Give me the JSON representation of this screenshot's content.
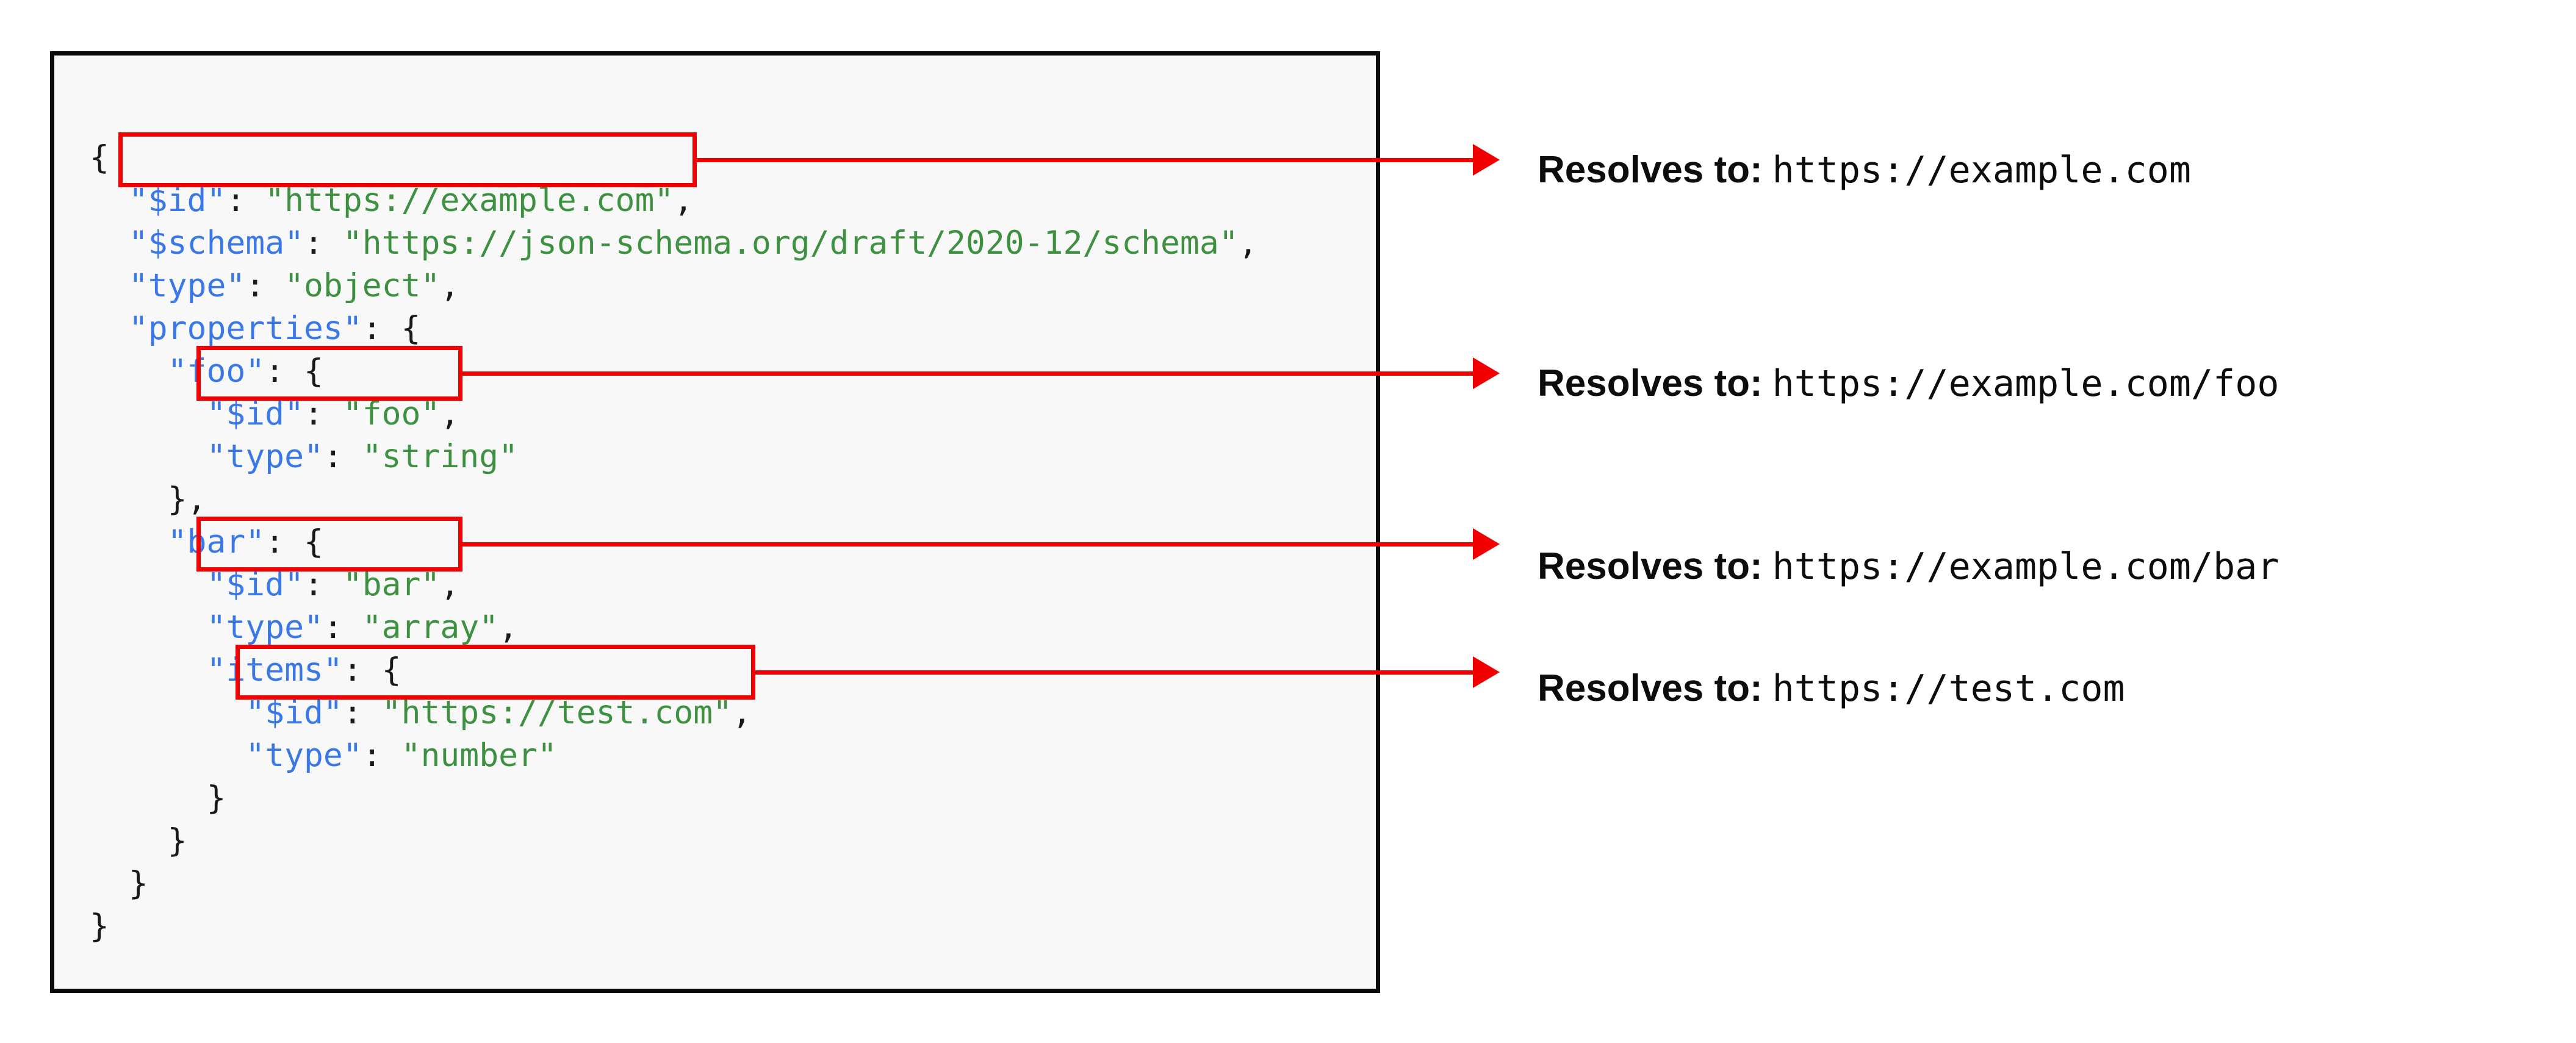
{
  "code_block": {
    "language": "json",
    "lines": [
      {
        "indent": 0,
        "tokens": [
          {
            "t": "{",
            "c": "p"
          }
        ]
      },
      {
        "indent": 1,
        "tokens": [
          {
            "t": "\"$id\"",
            "c": "k"
          },
          {
            "t": ": ",
            "c": "p"
          },
          {
            "t": "\"https://example.com\"",
            "c": "s"
          },
          {
            "t": ",",
            "c": "p"
          }
        ]
      },
      {
        "indent": 1,
        "tokens": [
          {
            "t": "\"$schema\"",
            "c": "k"
          },
          {
            "t": ": ",
            "c": "p"
          },
          {
            "t": "\"https://json-schema.org/draft/2020-12/schema\"",
            "c": "s"
          },
          {
            "t": ",",
            "c": "p"
          }
        ]
      },
      {
        "indent": 1,
        "tokens": [
          {
            "t": "\"type\"",
            "c": "k"
          },
          {
            "t": ": ",
            "c": "p"
          },
          {
            "t": "\"object\"",
            "c": "s"
          },
          {
            "t": ",",
            "c": "p"
          }
        ]
      },
      {
        "indent": 1,
        "tokens": [
          {
            "t": "\"properties\"",
            "c": "k"
          },
          {
            "t": ": {",
            "c": "p"
          }
        ]
      },
      {
        "indent": 2,
        "tokens": [
          {
            "t": "\"foo\"",
            "c": "k"
          },
          {
            "t": ": {",
            "c": "p"
          }
        ]
      },
      {
        "indent": 3,
        "tokens": [
          {
            "t": "\"$id\"",
            "c": "k"
          },
          {
            "t": ": ",
            "c": "p"
          },
          {
            "t": "\"foo\"",
            "c": "s"
          },
          {
            "t": ",",
            "c": "p"
          }
        ]
      },
      {
        "indent": 3,
        "tokens": [
          {
            "t": "\"type\"",
            "c": "k"
          },
          {
            "t": ": ",
            "c": "p"
          },
          {
            "t": "\"string\"",
            "c": "s"
          }
        ]
      },
      {
        "indent": 2,
        "tokens": [
          {
            "t": "},",
            "c": "p"
          }
        ]
      },
      {
        "indent": 2,
        "tokens": [
          {
            "t": "\"bar\"",
            "c": "k"
          },
          {
            "t": ": {",
            "c": "p"
          }
        ]
      },
      {
        "indent": 3,
        "tokens": [
          {
            "t": "\"$id\"",
            "c": "k"
          },
          {
            "t": ": ",
            "c": "p"
          },
          {
            "t": "\"bar\"",
            "c": "s"
          },
          {
            "t": ",",
            "c": "p"
          }
        ]
      },
      {
        "indent": 3,
        "tokens": [
          {
            "t": "\"type\"",
            "c": "k"
          },
          {
            "t": ": ",
            "c": "p"
          },
          {
            "t": "\"array\"",
            "c": "s"
          },
          {
            "t": ",",
            "c": "p"
          }
        ]
      },
      {
        "indent": 3,
        "tokens": [
          {
            "t": "\"items\"",
            "c": "k"
          },
          {
            "t": ": {",
            "c": "p"
          }
        ]
      },
      {
        "indent": 4,
        "tokens": [
          {
            "t": "\"$id\"",
            "c": "k"
          },
          {
            "t": ": ",
            "c": "p"
          },
          {
            "t": "\"https://test.com\"",
            "c": "s"
          },
          {
            "t": ",",
            "c": "p"
          }
        ]
      },
      {
        "indent": 4,
        "tokens": [
          {
            "t": "\"type\"",
            "c": "k"
          },
          {
            "t": ": ",
            "c": "p"
          },
          {
            "t": "\"number\"",
            "c": "s"
          }
        ]
      },
      {
        "indent": 3,
        "tokens": [
          {
            "t": "}",
            "c": "p"
          }
        ]
      },
      {
        "indent": 2,
        "tokens": [
          {
            "t": "}",
            "c": "p"
          }
        ]
      },
      {
        "indent": 1,
        "tokens": [
          {
            "t": "}",
            "c": "p"
          }
        ]
      },
      {
        "indent": 0,
        "tokens": [
          {
            "t": "}",
            "c": "p"
          }
        ]
      }
    ]
  },
  "highlights": [
    {
      "name": "highlight-id-root",
      "line": 1,
      "label": "\"$id\": \"https://example.com\","
    },
    {
      "name": "highlight-id-foo",
      "line": 6,
      "label": "\"$id\": \"foo\","
    },
    {
      "name": "highlight-id-bar",
      "line": 10,
      "label": "\"$id\": \"bar\","
    },
    {
      "name": "highlight-id-items",
      "line": 13,
      "label": "\"$id\": \"https://test.com\","
    }
  ],
  "annotations": [
    {
      "label": "Resolves to:",
      "value": "https://example.com"
    },
    {
      "label": "Resolves to:",
      "value": "https://example.com/foo"
    },
    {
      "label": "Resolves to:",
      "value": "https://example.com/bar"
    },
    {
      "label": "Resolves to:",
      "value": "https://test.com"
    }
  ],
  "colors": {
    "key": "#3b78e7",
    "string": "#3f9142",
    "punctuation": "#1a1a1a",
    "highlight": "#f00000",
    "arrow": "#f00000",
    "panel_border": "#0a0a0a",
    "panel_background": "#f8f8f8",
    "page_background": "#ffffff",
    "annotation_text": "#0d0d0d"
  }
}
